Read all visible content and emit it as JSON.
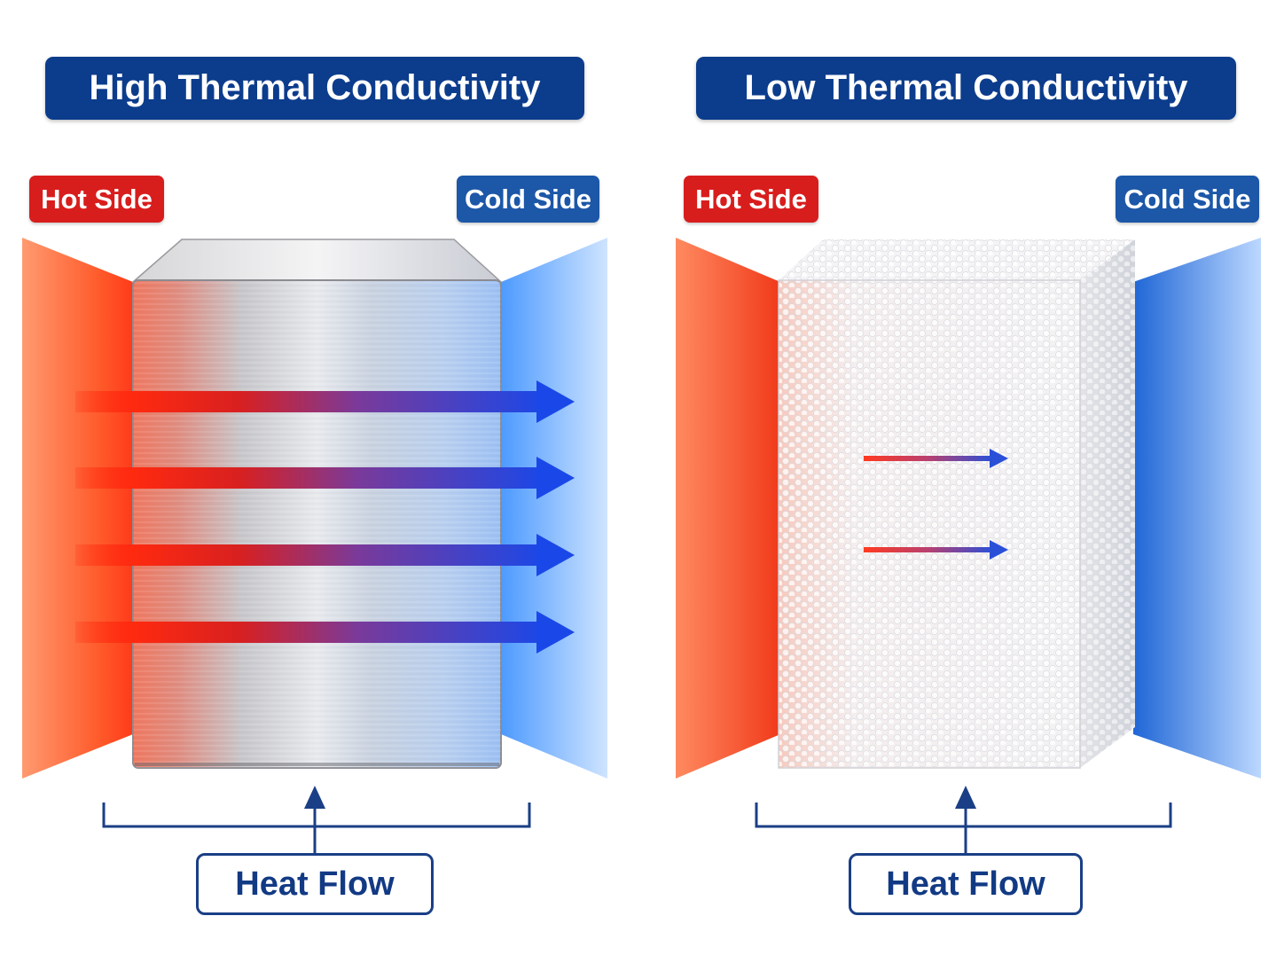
{
  "left_panel": {
    "title": "High Thermal Conductivity",
    "hot_label": "Hot Side",
    "cold_label": "Cold Side",
    "flow_label": "Heat Flow",
    "material": "metal",
    "arrow_count": 4
  },
  "right_panel": {
    "title": "Low Thermal Conductivity",
    "hot_label": "Hot Side",
    "cold_label": "Cold Side",
    "flow_label": "Heat Flow",
    "material": "foam",
    "arrow_count": 2
  },
  "colors": {
    "banner": "#0c3c8c",
    "hot": "#d81d1d",
    "cold": "#1c57a8",
    "hot_glow": "#ff5a2a",
    "cold_glow": "#4d9aff",
    "arrow_start": "#ff2a10",
    "arrow_end": "#1e4fe0",
    "bracket": "#1a3f86"
  }
}
